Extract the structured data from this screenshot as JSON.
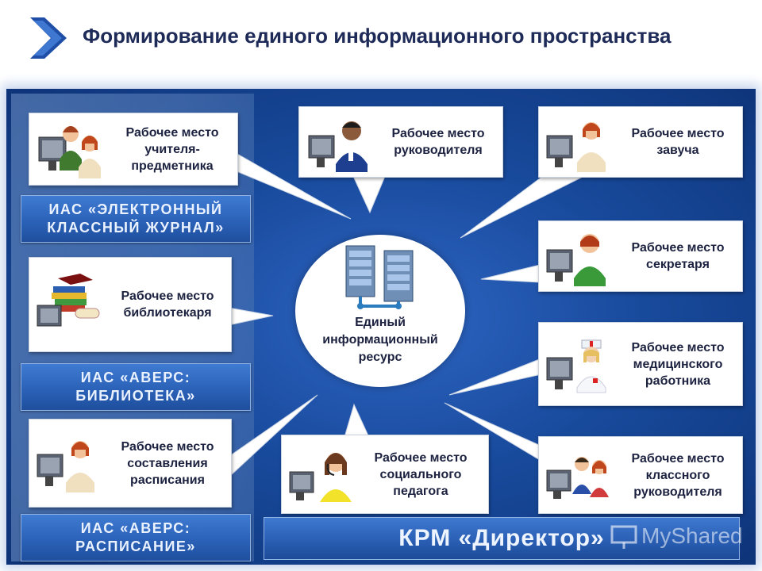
{
  "title": "Формирование единого информационного пространства",
  "center": {
    "label": "Единый\nинформационный\nресурс"
  },
  "cards": {
    "teacher": "Рабочее место\nучителя-\nпредметника",
    "director": "Рабочее место\nруководителя",
    "head_teacher": "Рабочее место\nзавуча",
    "secretary": "Рабочее место\nсекретаря",
    "librarian": "Рабочее место\nбиблиотекаря",
    "medical": "Рабочее место\nмедицинского\nработника",
    "schedule": "Рабочее место\nсоставления\nрасписания",
    "social": "Рабочее место\nсоциального\nпедагога",
    "class_teacher": "Рабочее место\nклассного\nруководителя"
  },
  "ias": {
    "journal": "ИАС «ЭЛЕКТРОННЫЙ\nКЛАССНЫЙ ЖУРНАЛ»",
    "library": "ИАС «АВЕРС:\nБИБЛИОТЕКА»",
    "schedule": "ИАС «АВЕРС:\nРАСПИСАНИЕ»"
  },
  "krm": "КРМ «Директор»",
  "watermark": "MyShared",
  "colors": {
    "title": "#1e2a57",
    "panel": "#184a9c",
    "accent_arrow": "#1f4ea6"
  },
  "icons": [
    "double-chevron-icon",
    "server-icon",
    "monitor-icon",
    "person-icon",
    "books-icon",
    "nurse-icon",
    "headset-icon"
  ]
}
